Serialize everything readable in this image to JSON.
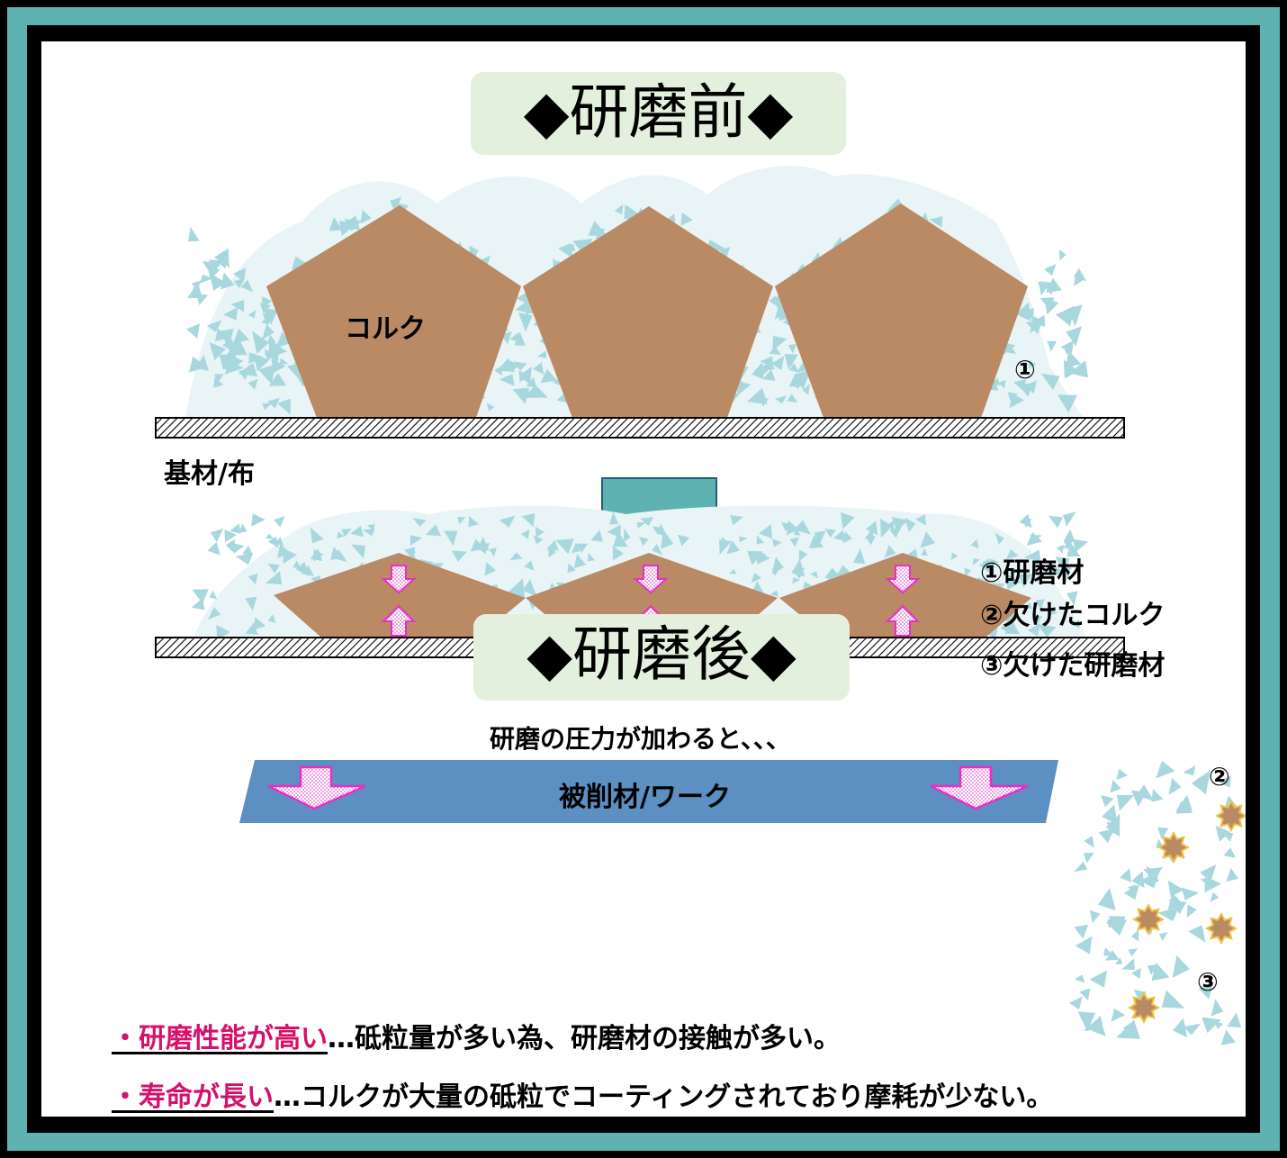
{
  "before": {
    "title": "◆研磨前◆",
    "cork_label": "コルク",
    "marker_1": "①",
    "base_label": "基材/布"
  },
  "legend": {
    "item1": "①研磨材",
    "item2": "②欠けたコルク",
    "item3": "③欠けた研磨材"
  },
  "after": {
    "title": "◆研磨後◆",
    "pressure_text": "研磨の圧力が加わると、、、",
    "workpiece_label": "被削材/ワーク",
    "marker_2": "②",
    "marker_3": "③"
  },
  "notes": [
    {
      "highlight": "・研磨性能が高い",
      "rest": "…砥粒量が多い為、研磨材の接触が多い。"
    },
    {
      "highlight": "・寿命が長い",
      "rest": "…コルクが大量の砥粒でコーティングされており摩耗が少ない。"
    }
  ],
  "colors": {
    "cork": "#b98a64",
    "abrasive": "#a8d8de",
    "workpiece": "#5c8fc2",
    "arrow": "#5fb2b2",
    "pressure_arrow": "#f07ad6",
    "highlight_text": "#d6116b",
    "title_bg": "#e3f0dd"
  }
}
